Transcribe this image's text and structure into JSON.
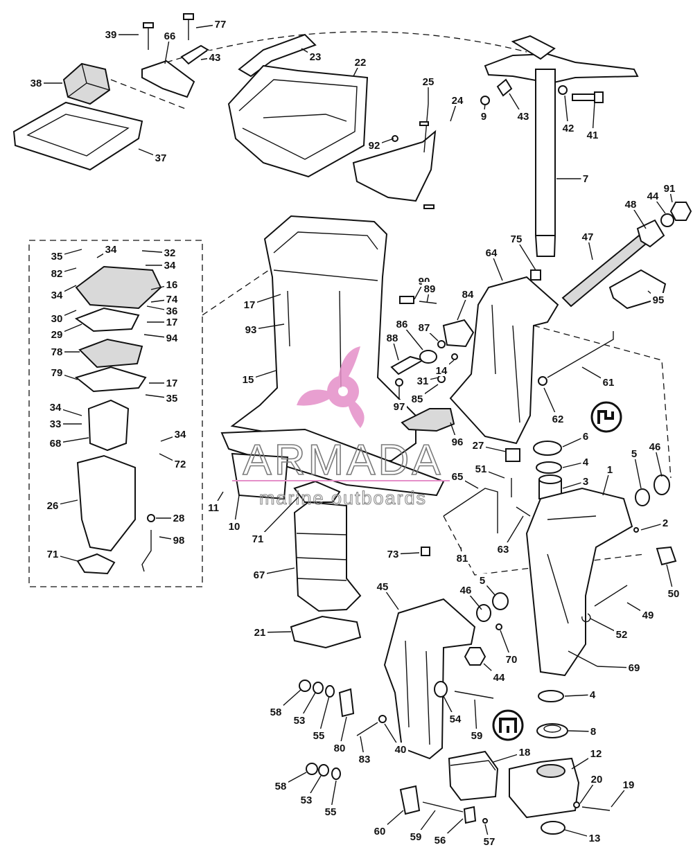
{
  "callouts": [
    "39",
    "77",
    "66",
    "43",
    "38",
    "37",
    "23",
    "22",
    "25",
    "24",
    "92",
    "9",
    "43",
    "42",
    "41",
    "7",
    "91",
    "44",
    "48",
    "47",
    "75",
    "64",
    "95",
    "35",
    "34",
    "32",
    "34",
    "82",
    "16",
    "34",
    "74",
    "36",
    "30",
    "17",
    "29",
    "94",
    "78",
    "79",
    "17",
    "35",
    "34",
    "33",
    "68",
    "34",
    "72",
    "26",
    "28",
    "98",
    "71",
    "17",
    "93",
    "15",
    "90",
    "89",
    "84",
    "86",
    "87",
    "88",
    "14",
    "31",
    "97",
    "85",
    "61",
    "62",
    "96",
    "27",
    "6",
    "4",
    "46",
    "5",
    "1",
    "3",
    "51",
    "65",
    "11",
    "10",
    "71",
    "2",
    "73",
    "81",
    "63",
    "67",
    "50",
    "45",
    "46",
    "5",
    "49",
    "52",
    "21",
    "70",
    "44",
    "69",
    "58",
    "53",
    "55",
    "80",
    "54",
    "59",
    "4",
    "83",
    "40",
    "8",
    "18",
    "12",
    "58",
    "53",
    "55",
    "19",
    "20",
    "60",
    "59",
    "56",
    "57",
    "13"
  ],
  "watermark": {
    "brand": "ARMADA",
    "tagline": "marine outboards",
    "logo_color": "#e58fc8",
    "text_color": "#7a7a7a"
  }
}
